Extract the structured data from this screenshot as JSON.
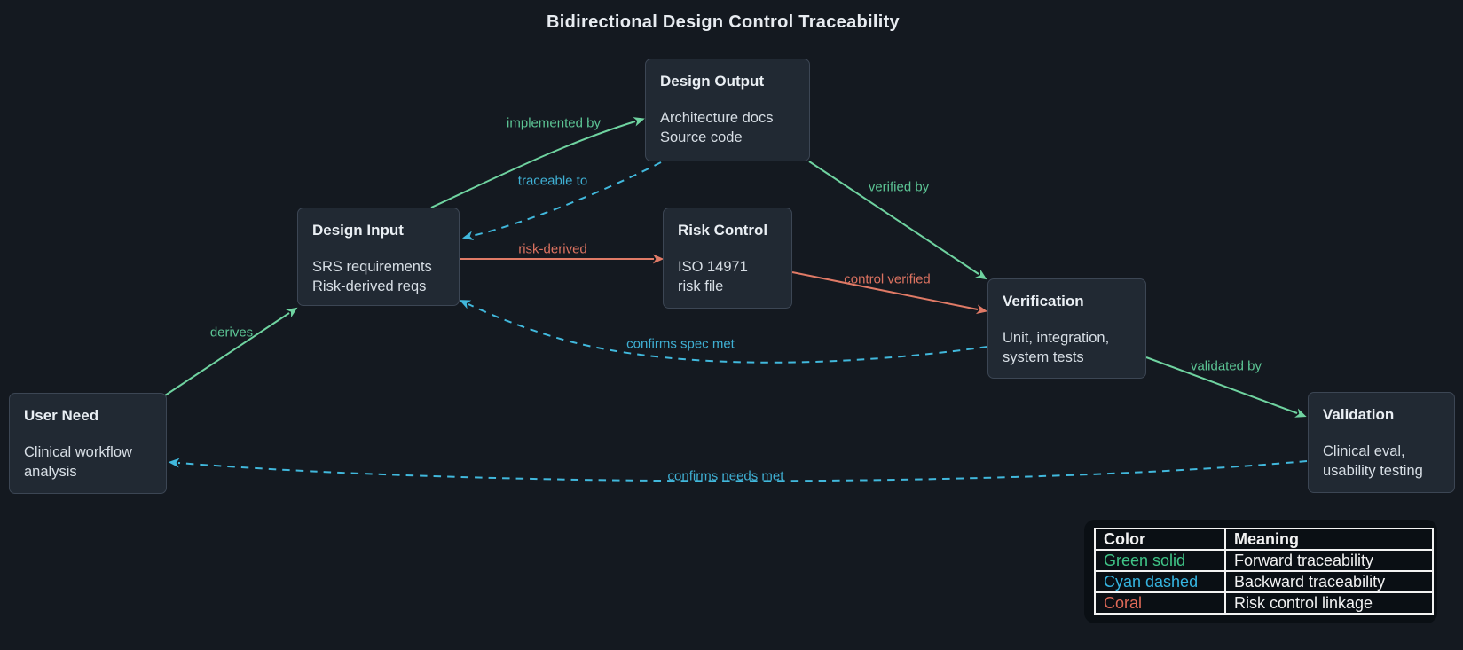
{
  "title": "Bidirectional Design Control Traceability",
  "nodes": {
    "design_output": {
      "title": "Design Output",
      "body": "Architecture docs\nSource code"
    },
    "design_input": {
      "title": "Design Input",
      "body": "SRS requirements\nRisk-derived reqs"
    },
    "risk_control": {
      "title": "Risk Control",
      "body": "ISO 14971\nrisk file"
    },
    "verification": {
      "title": "Verification",
      "body": "Unit, integration,\nsystem tests"
    },
    "user_need": {
      "title": "User Need",
      "body": "Clinical workflow\nanalysis"
    },
    "validation": {
      "title": "Validation",
      "body": "Clinical eval,\nusability testing"
    }
  },
  "edges": {
    "derives": {
      "label": "derives",
      "style": "green-solid"
    },
    "implemented_by": {
      "label": "implemented by",
      "style": "green-solid"
    },
    "traceable_to": {
      "label": "traceable to",
      "style": "cyan-dashed"
    },
    "risk_derived": {
      "label": "risk-derived",
      "style": "coral-solid"
    },
    "verified_by": {
      "label": "verified by",
      "style": "green-solid"
    },
    "control_verified": {
      "label": "control verified",
      "style": "coral-solid"
    },
    "confirms_spec_met": {
      "label": "confirms spec met",
      "style": "cyan-dashed"
    },
    "validated_by": {
      "label": "validated by",
      "style": "green-solid"
    },
    "confirms_needs_met": {
      "label": "confirms needs met",
      "style": "cyan-dashed"
    }
  },
  "legend": {
    "headers": [
      "Color",
      "Meaning"
    ],
    "rows": [
      {
        "color_label": "Green solid",
        "meaning": "Forward traceability",
        "color": "#3fc487"
      },
      {
        "color_label": "Cyan dashed",
        "meaning": "Backward traceability",
        "color": "#35b4e0"
      },
      {
        "color_label": "Coral",
        "meaning": "Risk control linkage",
        "color": "#e06a58"
      }
    ]
  },
  "colors": {
    "background": "#141920",
    "node_fill": "#212933",
    "node_border": "#3c4654",
    "green_solid": "#6fd3a0",
    "cyan_dashed": "#41b8dc",
    "coral": "#e07a66"
  }
}
